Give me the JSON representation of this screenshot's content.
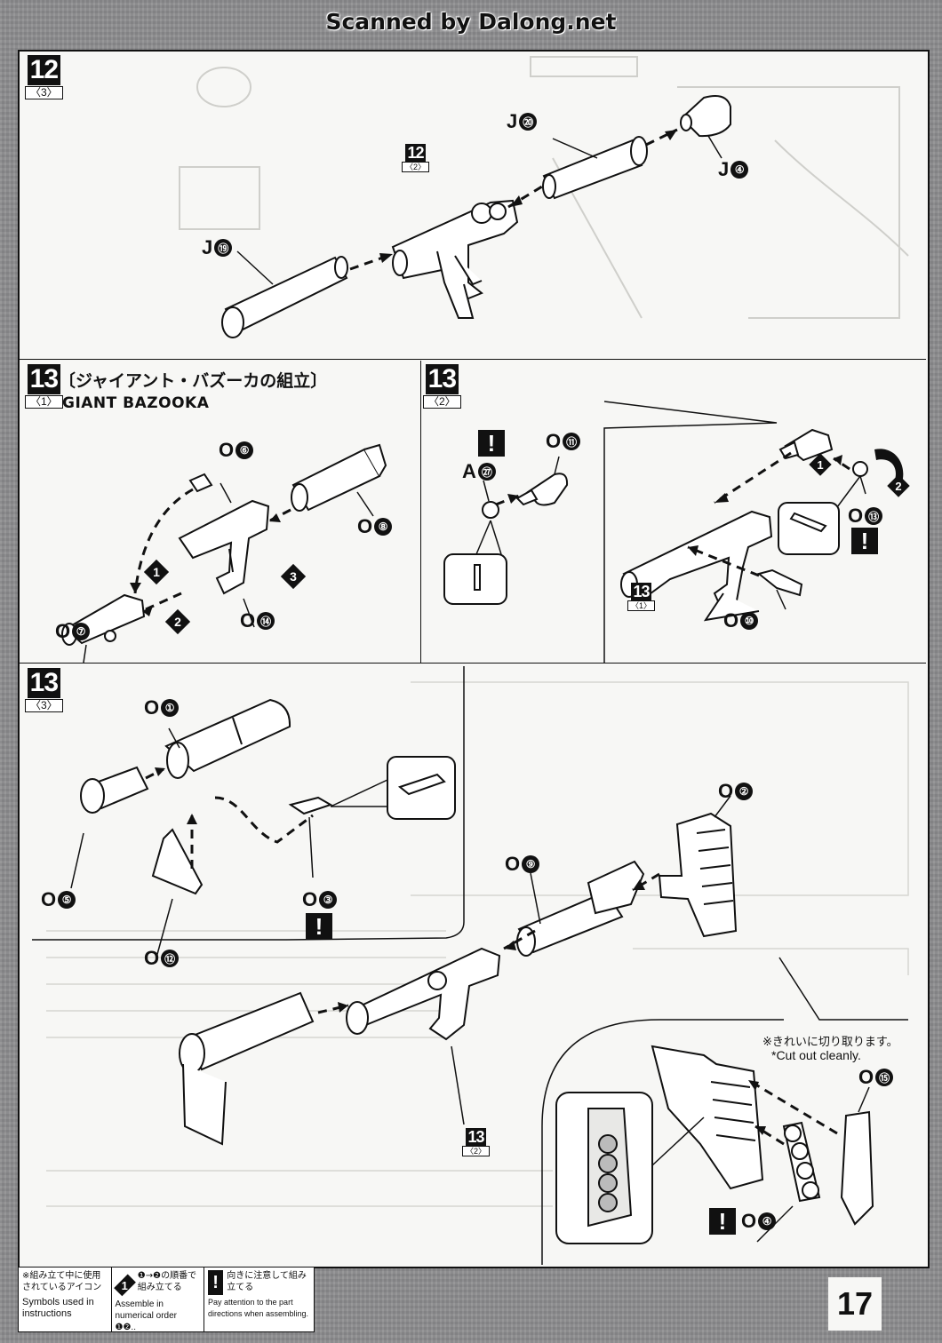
{
  "watermark": "Scanned by Dalong.net",
  "page_number": "17",
  "steps": {
    "s12_3": {
      "num": "12",
      "sub": "〈3〉",
      "parts": [
        {
          "letter": "J",
          "num": "⑳"
        },
        {
          "letter": "J",
          "num": "④"
        },
        {
          "letter": "J",
          "num": "⑲"
        }
      ],
      "ref": {
        "num": "12",
        "sub": "〈2〉"
      }
    },
    "s13_1": {
      "num": "13",
      "sub": "〈1〉",
      "title_jp": "〔ジャイアント・バズーカの組立〕",
      "title_en": "GIANT BAZOOKA",
      "parts": [
        {
          "letter": "O",
          "num": "⑥"
        },
        {
          "letter": "O",
          "num": "⑧"
        },
        {
          "letter": "O",
          "num": "⑦"
        },
        {
          "letter": "O",
          "num": "⑭"
        }
      ]
    },
    "s13_2": {
      "num": "13",
      "sub": "〈2〉",
      "parts": [
        {
          "letter": "O",
          "num": "⑪"
        },
        {
          "letter": "A",
          "num": "㉗"
        },
        {
          "letter": "O",
          "num": "⑬"
        },
        {
          "letter": "O",
          "num": "⑩"
        }
      ],
      "ref": {
        "num": "13",
        "sub": "〈1〉"
      }
    },
    "s13_3": {
      "num": "13",
      "sub": "〈3〉",
      "parts": [
        {
          "letter": "O",
          "num": "①"
        },
        {
          "letter": "O",
          "num": "⑤"
        },
        {
          "letter": "O",
          "num": "③"
        },
        {
          "letter": "O",
          "num": "⑫"
        },
        {
          "letter": "O",
          "num": "②"
        },
        {
          "letter": "O",
          "num": "⑨"
        },
        {
          "letter": "O",
          "num": "⑮"
        },
        {
          "letter": "O",
          "num": "④"
        }
      ],
      "ref": {
        "num": "13",
        "sub": "〈2〉"
      },
      "note_jp": "※きれいに切り取ります。",
      "note_en": "*Cut out cleanly."
    }
  },
  "order_marks": [
    "1",
    "2",
    "3"
  ],
  "warn_glyph": "!",
  "legend": {
    "title_jp": "※組み立て中に使用されているアイコン",
    "title_en": "Symbols used in instructions",
    "order_jp": "❶→❷の順番で組み立てる",
    "order_en": "Assemble in numerical order ❶❷..",
    "order_glyph": "1",
    "warn_jp": "向きに注意して組み立てる",
    "warn_en": "Pay attention to the part directions when assembling."
  }
}
